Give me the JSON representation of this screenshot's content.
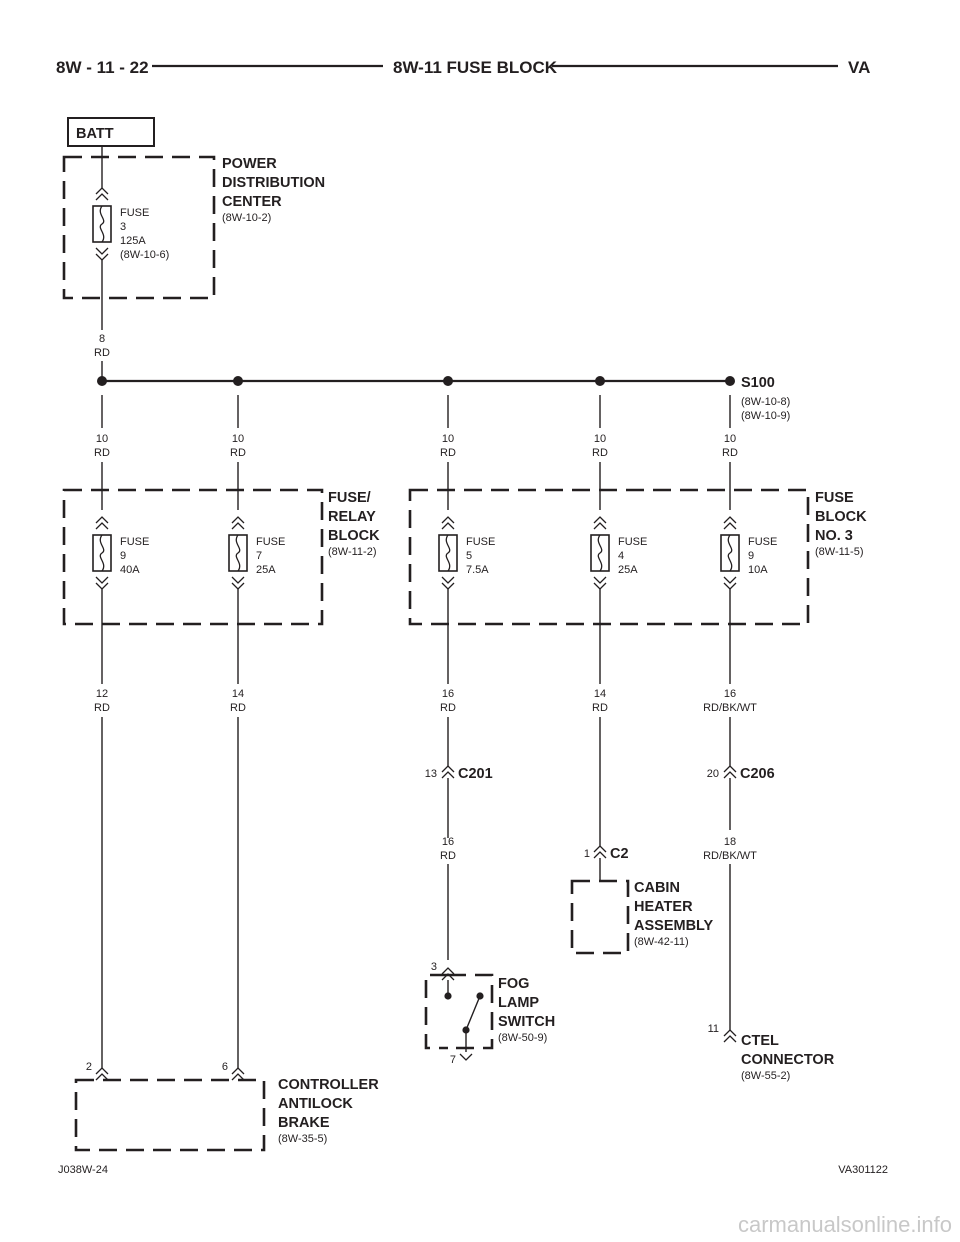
{
  "header": {
    "left": "8W - 11 - 22",
    "center": "8W-11 FUSE BLOCK",
    "right": "VA"
  },
  "footer": {
    "left": "J038W-24",
    "right": "VA301122"
  },
  "watermark": "carmanualsonline.info",
  "batt": {
    "label": "BATT"
  },
  "pdc": {
    "name": [
      "POWER",
      "DISTRIBUTION",
      "CENTER"
    ],
    "ref": "(8W-10-2)",
    "fuse": [
      "FUSE",
      "3",
      "125A",
      "(8W-10-6)"
    ]
  },
  "wire_pdc_out": [
    "8",
    "RD"
  ],
  "splice": {
    "name": "S100",
    "refs": [
      "(8W-10-8)",
      "(8W-10-9)"
    ]
  },
  "wires_to_fuses": [
    [
      "10",
      "RD"
    ],
    [
      "10",
      "RD"
    ],
    [
      "10",
      "RD"
    ],
    [
      "10",
      "RD"
    ],
    [
      "10",
      "RD"
    ]
  ],
  "relay_block": {
    "name": [
      "FUSE/",
      "RELAY",
      "BLOCK"
    ],
    "ref": "(8W-11-2)",
    "fuses": [
      [
        "FUSE",
        "9",
        "40A"
      ],
      [
        "FUSE",
        "7",
        "25A"
      ]
    ]
  },
  "fuse_block_3": {
    "name": [
      "FUSE",
      "BLOCK",
      "NO. 3"
    ],
    "ref": "(8W-11-5)",
    "fuses": [
      [
        "FUSE",
        "5",
        "7.5A"
      ],
      [
        "FUSE",
        "4",
        "25A"
      ],
      [
        "FUSE",
        "9",
        "10A"
      ]
    ]
  },
  "wires_out": [
    [
      "12",
      "RD"
    ],
    [
      "14",
      "RD"
    ],
    [
      "16",
      "RD"
    ],
    [
      "14",
      "RD"
    ],
    [
      "16",
      "RD/BK/WT"
    ]
  ],
  "c201": {
    "name": "C201",
    "pin": "13"
  },
  "c206": {
    "name": "C206",
    "pin": "20"
  },
  "c2": {
    "name": "C2",
    "pin": "1"
  },
  "wire_after_c201": [
    "16",
    "RD"
  ],
  "wire_after_c206": [
    "18",
    "RD/BK/WT"
  ],
  "cabin_heater": {
    "name": [
      "CABIN",
      "HEATER",
      "ASSEMBLY"
    ],
    "ref": "(8W-42-11)"
  },
  "fog_switch": {
    "name": [
      "FOG",
      "LAMP",
      "SWITCH"
    ],
    "ref": "(8W-50-9)",
    "pin_in": "3",
    "pin_out": "7"
  },
  "ctel": {
    "name": [
      "CTEL",
      "CONNECTOR"
    ],
    "ref": "(8W-55-2)",
    "pin": "11"
  },
  "abs": {
    "name": [
      "CONTROLLER",
      "ANTILOCK",
      "BRAKE"
    ],
    "ref": "(8W-35-5)",
    "pins": [
      "2",
      "6"
    ]
  }
}
